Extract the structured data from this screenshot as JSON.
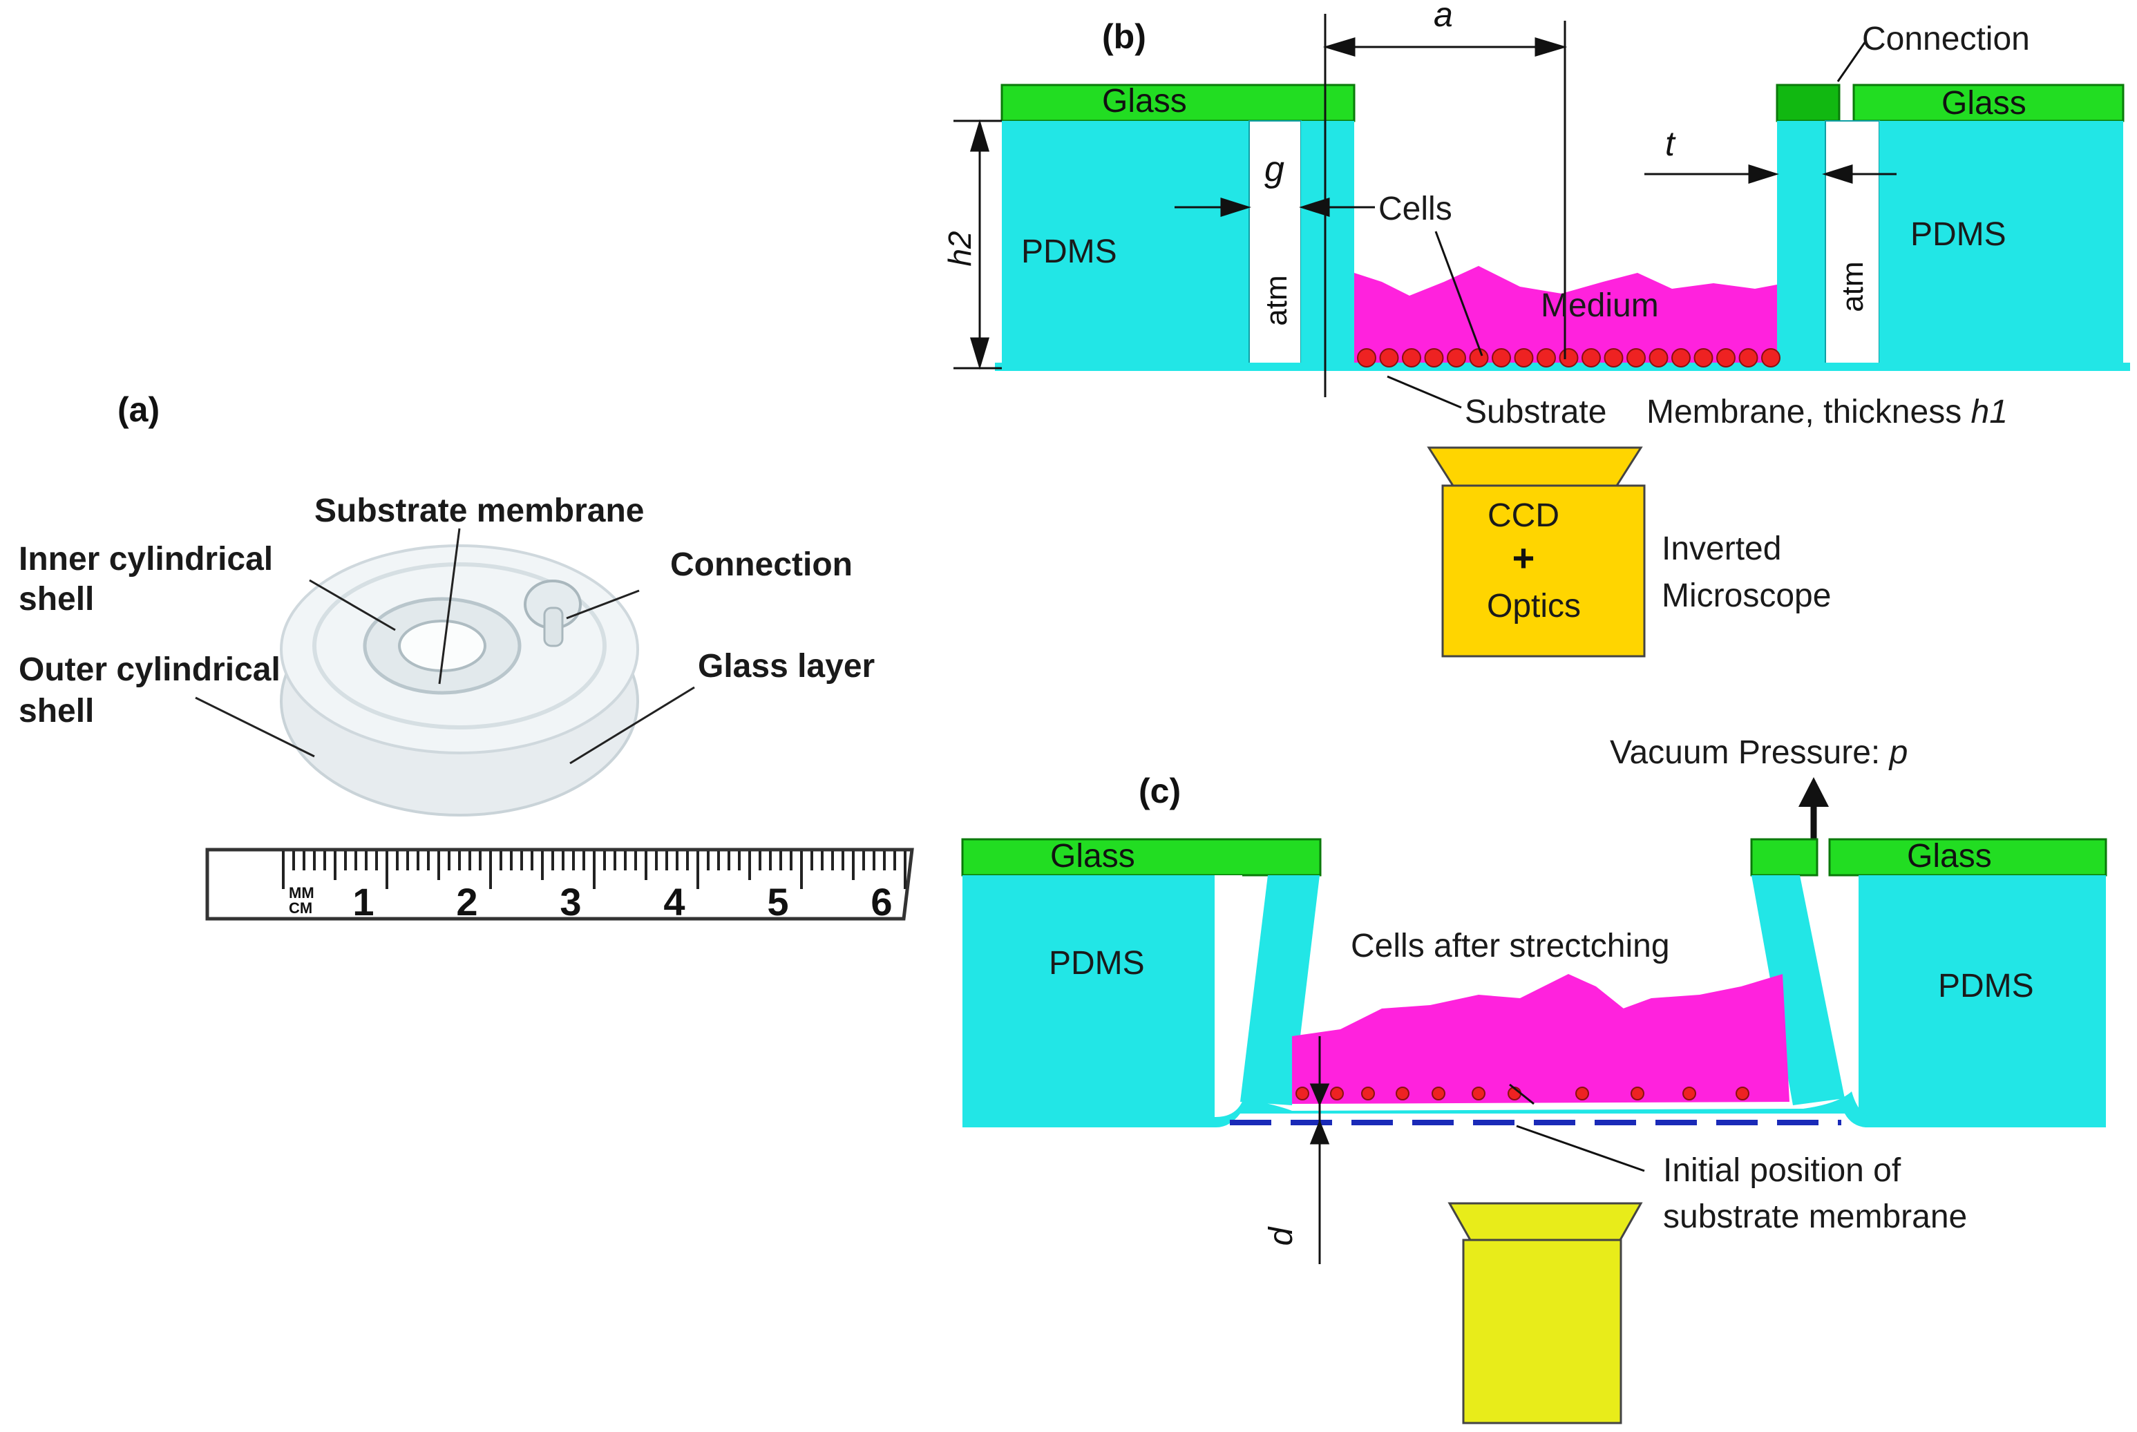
{
  "panels": {
    "a": "(a)",
    "b": "(b)",
    "c": "(c)"
  },
  "photo_labels": {
    "substrate_membrane": "Substrate membrane",
    "inner_shell_1": "Inner cylindrical",
    "inner_shell_2": "shell",
    "connection": "Connection",
    "outer_shell_1": "Outer cylindrical",
    "outer_shell_2": "shell",
    "glass_layer": "Glass layer"
  },
  "ruler": {
    "unit_top": "MM",
    "unit_bottom": "CM",
    "numbers": [
      "1",
      "2",
      "3",
      "4",
      "5",
      "6"
    ]
  },
  "b_labels": {
    "glass_left": "Glass",
    "glass_right": "Glass",
    "connection": "Connection",
    "a": "a",
    "g": "g",
    "t": "t",
    "h2": "h2",
    "cells": "Cells",
    "pdms_left": "PDMS",
    "pdms_right": "PDMS",
    "atm_left": "atm",
    "atm_right": "atm",
    "medium": "Medium",
    "substrate": "Substrate",
    "membrane_thickness": "Membrane, thickness ",
    "h1": "h1",
    "ccd": "CCD",
    "plus": "+",
    "optics": "Optics",
    "inverted": "Inverted",
    "microscope": "Microscope"
  },
  "c_labels": {
    "vacuum": "Vacuum Pressure: ",
    "p": "p",
    "glass_left": "Glass",
    "glass_right": "Glass",
    "pdms_left": "PDMS",
    "pdms_right": "PDMS",
    "cells_after": "Cells after strectching",
    "initial_1": "Initial position of",
    "initial_2": "substrate membrane",
    "d": "d"
  },
  "colors": {
    "pdms": "#22e6e6",
    "glass": "#22dd22",
    "medium": "#ff22dd",
    "cells": "#ee2222",
    "optics": "#ffd500",
    "optics_c": "#e8ec1a",
    "dashed": "#1a2ab8"
  }
}
